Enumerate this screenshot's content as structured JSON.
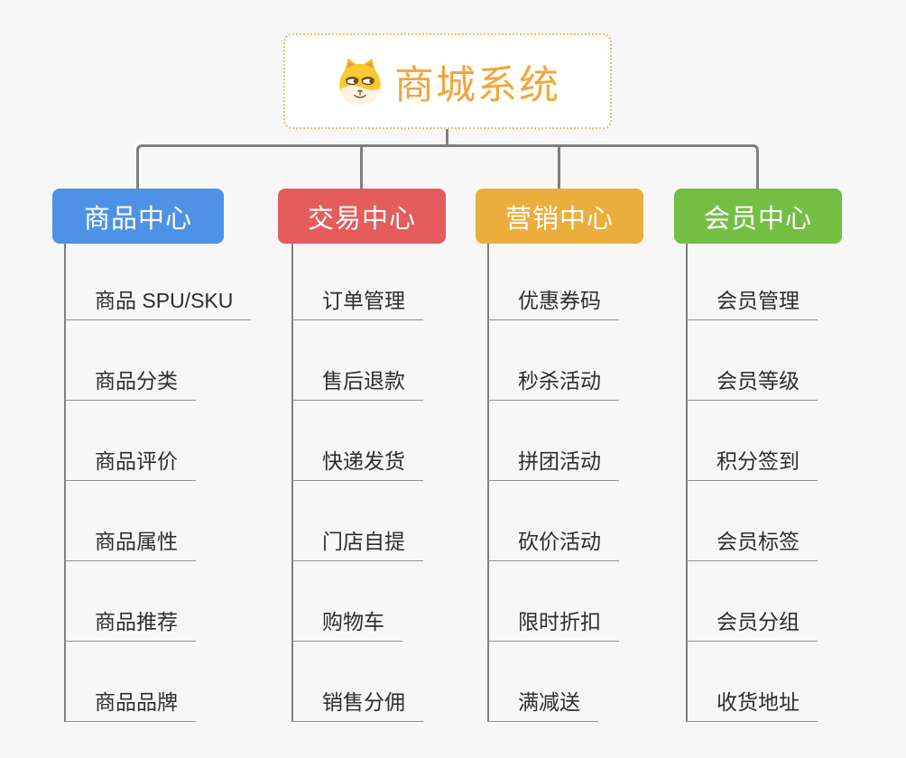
{
  "page": {
    "background": "#f7f7f7"
  },
  "connector": {
    "color": "#7f7f7f"
  },
  "root": {
    "title": "商城系统",
    "icon": "dog-face-icon",
    "text_color": "#f1a63c",
    "border_color": "#f0bc6a"
  },
  "branches": [
    {
      "label": "商品中心",
      "color": "#4d92e6",
      "leaves": [
        "商品 SPU/SKU",
        "商品分类",
        "商品评价",
        "商品属性",
        "商品推荐",
        "商品品牌"
      ]
    },
    {
      "label": "交易中心",
      "color": "#e45c5c",
      "leaves": [
        "订单管理",
        "售后退款",
        "快递发货",
        "门店自提",
        "购物车",
        "销售分佣"
      ]
    },
    {
      "label": "营销中心",
      "color": "#ebae3d",
      "leaves": [
        "优惠券码",
        "秒杀活动",
        "拼团活动",
        "砍价活动",
        "限时折扣",
        "满减送"
      ]
    },
    {
      "label": "会员中心",
      "color": "#74be44",
      "leaves": [
        "会员管理",
        "会员等级",
        "积分签到",
        "会员标签",
        "会员分组",
        "收货地址"
      ]
    }
  ]
}
